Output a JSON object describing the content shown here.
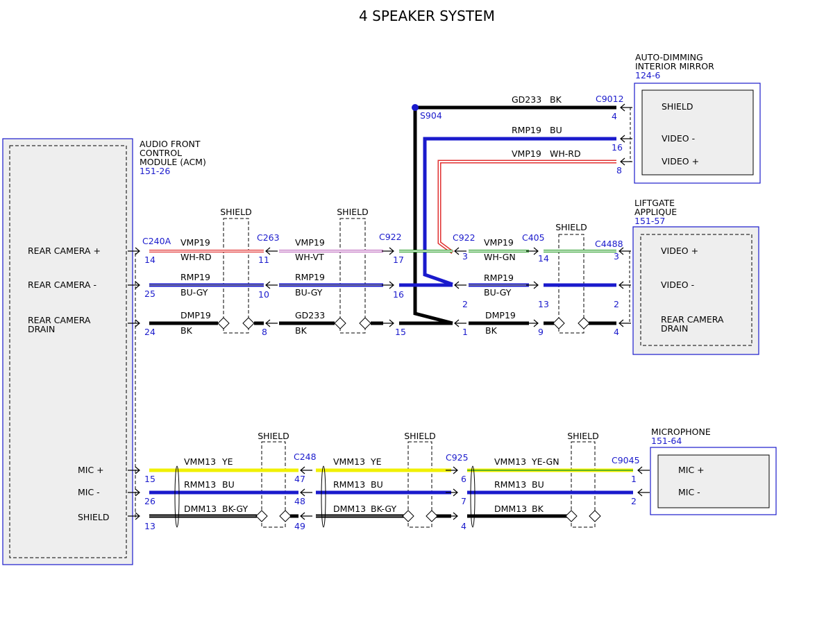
{
  "title": "4 SPEAKER SYSTEM",
  "components": {
    "acm": {
      "name_lines": [
        "AUDIO FRONT",
        "CONTROL",
        "MODULE (ACM)"
      ],
      "ref": "151-26",
      "pins": {
        "rear_camera_plus": "REAR CAMERA +",
        "rear_camera_minus": "REAR CAMERA -",
        "rear_camera_drain_1": "REAR CAMERA",
        "rear_camera_drain_2": "DRAIN",
        "mic_plus": "MIC +",
        "mic_minus": "MIC -",
        "shield": "SHIELD"
      }
    },
    "mirror": {
      "name_lines": [
        "AUTO-DIMMING",
        "INTERIOR MIRROR"
      ],
      "ref": "124-6",
      "pins": {
        "shield": "SHIELD",
        "video_minus": "VIDEO -",
        "video_plus": "VIDEO +"
      }
    },
    "liftgate": {
      "name_lines": [
        "LIFTGATE",
        "APPLIQUE"
      ],
      "ref": "151-57",
      "pins": {
        "video_plus": "VIDEO +",
        "video_minus": "VIDEO -",
        "drain_1": "REAR CAMERA",
        "drain_2": "DRAIN"
      }
    },
    "microphone": {
      "name_lines": [
        "MICROPHONE"
      ],
      "ref": "151-64",
      "pins": {
        "mic_plus": "MIC +",
        "mic_minus": "MIC -"
      }
    }
  },
  "splice": "S904",
  "shield_label": "SHIELD",
  "connectors": {
    "c240a": "C240A",
    "c263": "C263",
    "c922a": "C922",
    "c922b": "C922",
    "c405": "C405",
    "c4488": "C4488",
    "c9012": "C9012",
    "c248": "C248",
    "c925": "C925",
    "c9045": "C9045"
  },
  "pin_numbers": {
    "acm_14": "14",
    "acm_25": "25",
    "acm_24": "24",
    "c263_11": "11",
    "c263_10": "10",
    "c263_8": "8",
    "c922_17": "17",
    "c922_16": "16",
    "c922_15": "15",
    "c922b_3": "3",
    "c922b_2": "2",
    "c922b_1": "1",
    "c405_14": "14",
    "c405_13": "13",
    "c405_9": "9",
    "c4488_3": "3",
    "c4488_2": "2",
    "c4488_4": "4",
    "c9012_4": "4",
    "c9012_16": "16",
    "c9012_8": "8",
    "acm_15": "15",
    "acm_26": "26",
    "acm_13": "13",
    "c248_47": "47",
    "c248_48": "48",
    "c248_49": "49",
    "c925_6": "6",
    "c925_7": "7",
    "c925_4": "4",
    "c9045_1": "1",
    "c9045_2": "2"
  },
  "circuits": {
    "gd233_top": {
      "id": "GD233",
      "color": "BK"
    },
    "rmp19_top": {
      "id": "RMP19",
      "color": "BU"
    },
    "vmp19_top": {
      "id": "VMP19",
      "color": "WH-RD"
    },
    "vmp19_s1": {
      "id": "VMP19",
      "color": "WH-RD"
    },
    "rmp19_s1": {
      "id": "RMP19",
      "color": "BU-GY"
    },
    "dmp19_s1": {
      "id": "DMP19",
      "color": "BK"
    },
    "vmp19_s2": {
      "id": "VMP19",
      "color": "WH-VT"
    },
    "rmp19_s2": {
      "id": "RMP19",
      "color": "BU-GY"
    },
    "gd233_s2": {
      "id": "GD233",
      "color": "BK"
    },
    "vmp19_s3": {
      "id": "VMP19",
      "color": "WH-GN"
    },
    "rmp19_s3": {
      "id": "RMP19",
      "color": "BU-GY"
    },
    "dmp19_s3": {
      "id": "DMP19",
      "color": "BK"
    },
    "vmm13_m1": {
      "id": "VMM13",
      "color": "YE"
    },
    "rmm13_m1": {
      "id": "RMM13",
      "color": "BU"
    },
    "dmm13_m1": {
      "id": "DMM13",
      "color": "BK-GY"
    },
    "vmm13_m2": {
      "id": "VMM13",
      "color": "YE"
    },
    "rmm13_m2": {
      "id": "RMM13",
      "color": "BU"
    },
    "dmm13_m2": {
      "id": "DMM13",
      "color": "BK-GY"
    },
    "vmm13_m3": {
      "id": "VMM13",
      "color": "YE-GN"
    },
    "rmm13_m3": {
      "id": "RMM13",
      "color": "BU"
    },
    "dmm13_m3": {
      "id": "DMM13",
      "color": "BK"
    }
  },
  "colors": {
    "blue": "#1a1acc",
    "black": "#000000",
    "yellow": "#f0f000",
    "red": "#e03030",
    "violet": "#c070c0",
    "green": "#30a030",
    "gray": "#8c8c8c",
    "box_fill": "#eeeeee"
  }
}
